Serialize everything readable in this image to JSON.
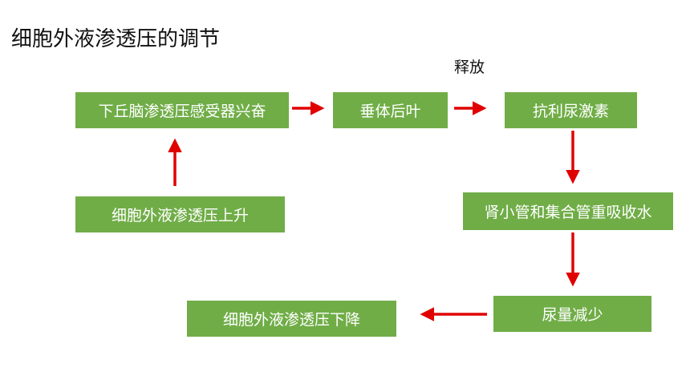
{
  "title": "细胞外液渗透压的调节",
  "release_label": "释放",
  "boxes": {
    "hypothalamus": "下丘脑渗透压感受器兴奋",
    "pituitary": "垂体后叶",
    "adh": "抗利尿激素",
    "osmotic_rise": "细胞外液渗透压上升",
    "reabsorption": "肾小管和集合管重吸收水",
    "urine_decrease": "尿量减少",
    "osmotic_fall": "细胞外液渗透压下降"
  },
  "colors": {
    "box_fill": "#70ad47",
    "box_text": "#ffffff",
    "arrow": "#e00000"
  }
}
